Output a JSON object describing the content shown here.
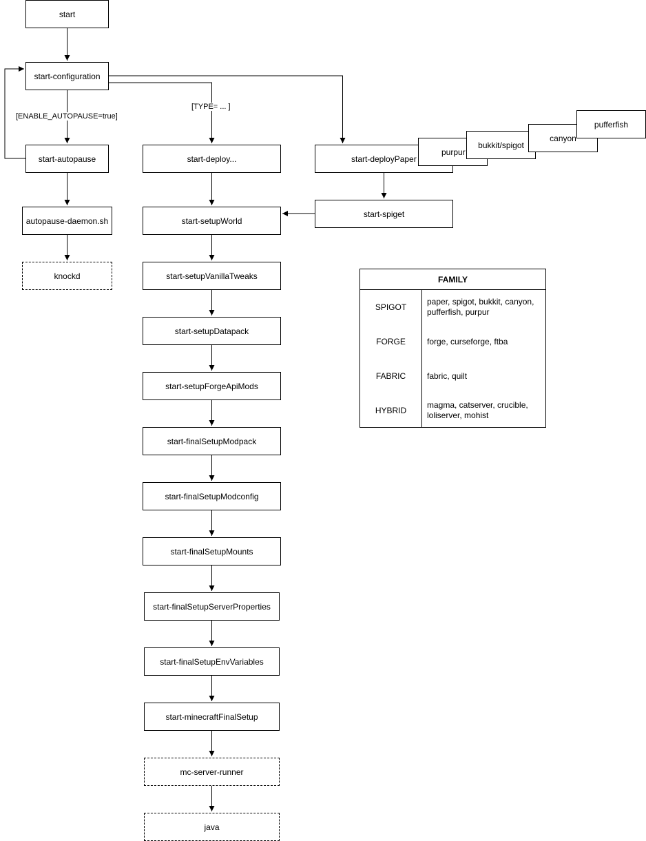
{
  "nodes": {
    "start": "start",
    "start_configuration": "start-configuration",
    "start_autopause": "start-autopause",
    "autopause_daemon": "autopause-daemon.sh",
    "knockd": "knockd",
    "start_deploy": "start-deploy...",
    "start_setup_world": "start-setupWorld",
    "start_setup_vanilla_tweaks": "start-setupVanillaTweaks",
    "start_setup_datapack": "start-setupDatapack",
    "start_setup_forge_api_mods": "start-setupForgeApiMods",
    "start_final_setup_modpack": "start-finalSetupModpack",
    "start_final_setup_modconfig": "start-finalSetupModconfig",
    "start_final_setup_mounts": "start-finalSetupMounts",
    "start_final_setup_server_properties": "start-finalSetupServerProperties",
    "start_final_setup_env_variables": "start-finalSetupEnvVariables",
    "start_minecraft_final_setup": "start-minecraftFinalSetup",
    "mc_server_runner": "mc-server-runner",
    "java": "java",
    "start_deploy_paper": "start-deployPaper",
    "purpur": "purpur",
    "bukkit_spigot": "bukkit/spigot",
    "canyon": "canyon",
    "pufferfish": "pufferfish",
    "start_spiget": "start-spiget"
  },
  "edge_labels": {
    "autopause": "[ENABLE_AUTOPAUSE=true]",
    "type": "[TYPE= ... ]"
  },
  "family_table": {
    "title": "FAMILY",
    "rows": [
      {
        "family": "SPIGOT",
        "members": "paper, spigot, bukkit, canyon, pufferfish, purpur"
      },
      {
        "family": "FORGE",
        "members": "forge, curseforge, ftba"
      },
      {
        "family": "FABRIC",
        "members": "fabric, quilt"
      },
      {
        "family": "HYBRID",
        "members": "magma, catserver, crucible, loliserver, mohist"
      }
    ]
  }
}
